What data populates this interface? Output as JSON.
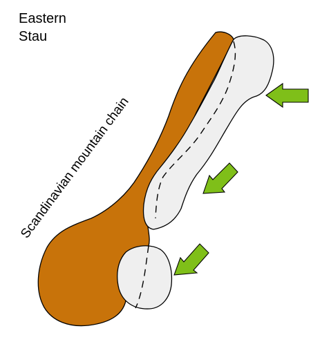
{
  "title": {
    "line1": "Eastern",
    "line2": "Stau"
  },
  "labels": {
    "mountain_chain": "Scandinavian mountain chain"
  },
  "colors": {
    "mountain_fill": "#c8730a",
    "ice_fill": "#efefef",
    "outline": "#000000",
    "arrow_fill": "#7fbf19",
    "background": "#ffffff"
  },
  "icons": {
    "arrow": "arrow-left-icon"
  }
}
